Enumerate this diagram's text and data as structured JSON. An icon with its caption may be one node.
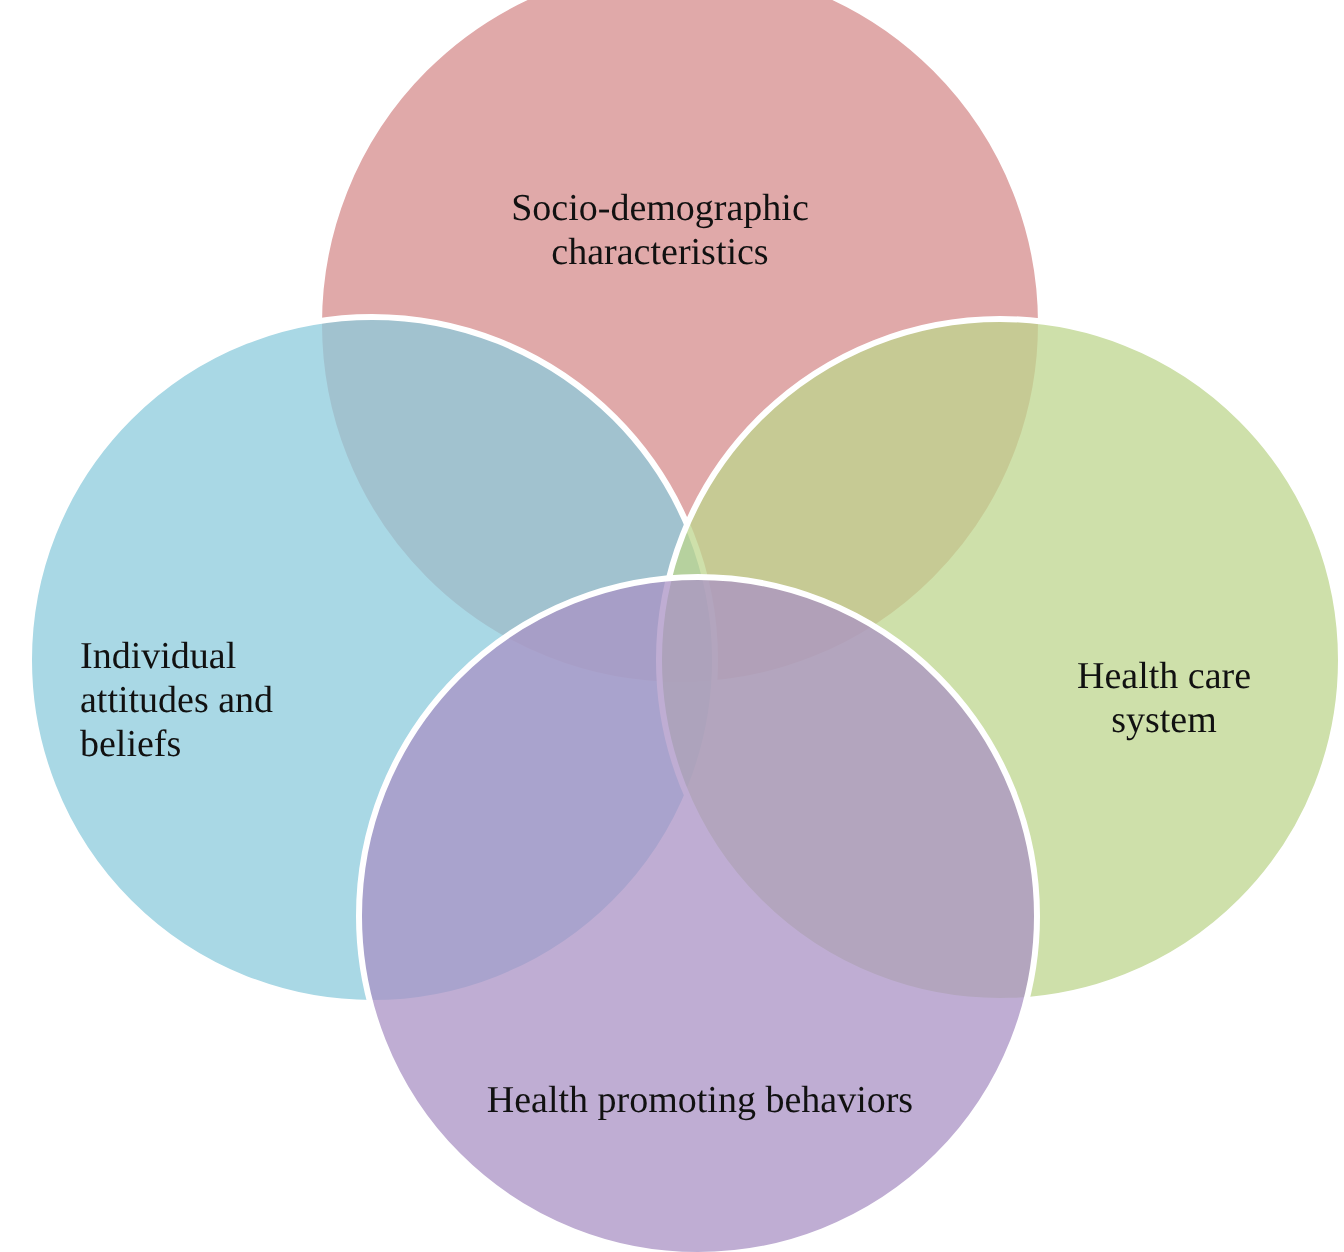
{
  "diagram": {
    "nodes": [
      {
        "text": [
          "Socio-demographic characteristics"
        ]
      },
      {
        "text": [
          "Individual attitudes and beliefs"
        ]
      },
      {
        "text": [
          "Health care system"
        ]
      },
      {
        "text": [
          "Health promoting behaviors"
        ]
      }
    ],
    "edges": []
  }
}
